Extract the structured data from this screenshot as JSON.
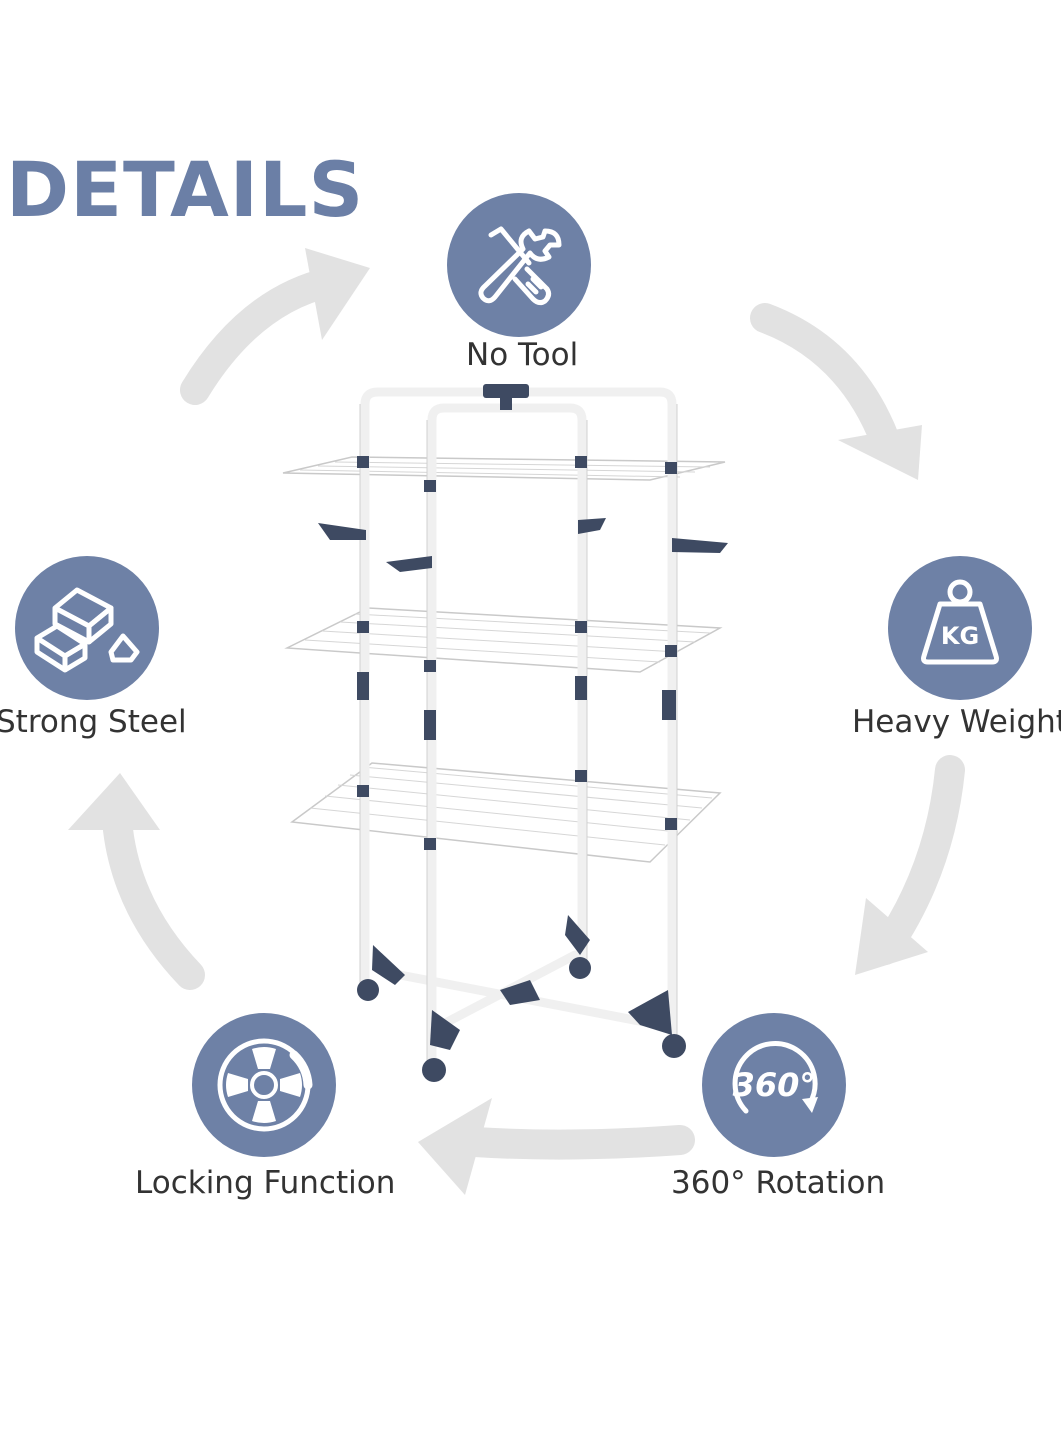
{
  "page": {
    "title": "DETAILS"
  },
  "features": [
    {
      "label": "No Tool",
      "icon": "wrench-screwdriver-icon"
    },
    {
      "label": "Heavy Weight",
      "icon": "kg-weight-icon"
    },
    {
      "label": "360° Rotation",
      "icon": "rotation-360-icon"
    },
    {
      "label": "Locking Function",
      "icon": "wheel-lock-icon"
    },
    {
      "label": "Strong Steel",
      "icon": "steel-bars-icon"
    }
  ],
  "icon_text": {
    "kg": "KG",
    "rotation": "360°"
  },
  "colors": {
    "accent": "#6e81a6",
    "title": "#6b7fa6",
    "arrow": "#e2e2e2",
    "frame": "#f4f4f4",
    "plastic": "#3e4a62"
  }
}
